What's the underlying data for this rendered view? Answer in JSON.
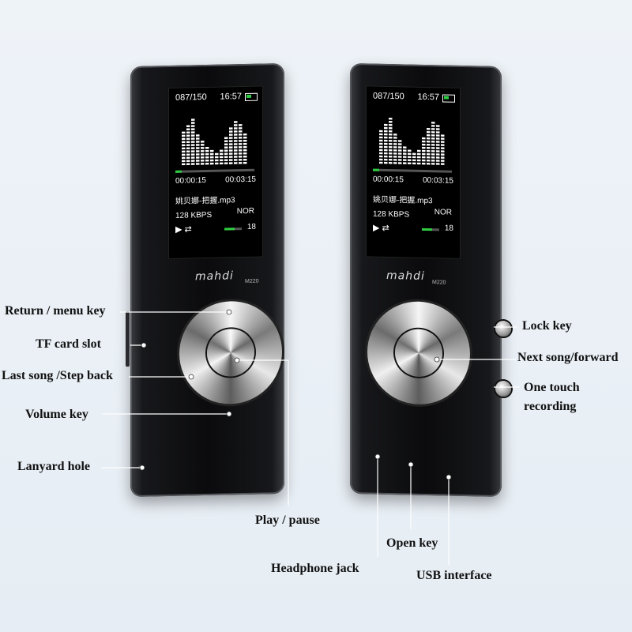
{
  "screen": {
    "track_counter": "087/150",
    "clock": "16:57",
    "elapsed": "00:00:15",
    "total": "00:03:15",
    "song_title": "姚贝娜-把握.mp3",
    "bitrate": "128  KBPS",
    "eq_mode": "NOR",
    "volume": "18",
    "play_symbol": "▶ ⇄",
    "progress_fraction": 0.08,
    "volume_fraction": 0.6
  },
  "brand": {
    "name": "mahdi",
    "model": "M220"
  },
  "callouts": {
    "return_menu_key": "Return / menu key",
    "tf_card_slot": "TF card slot",
    "last_song": "Last song /Step back",
    "volume_key": "Volume key",
    "lanyard_hole": "Lanyard hole",
    "play_pause": "Play / pause",
    "headphone_jack": "Headphone jack",
    "open_key": "Open key",
    "usb_interface": "USB interface",
    "lock_key": "Lock key",
    "next_song": "Next song/forward",
    "one_touch_recording_line1": "One touch",
    "one_touch_recording_line2": "recording"
  },
  "colors": {
    "accent": "#2ecc40",
    "background": "#e9eff5",
    "device": "#0b0b0d"
  }
}
